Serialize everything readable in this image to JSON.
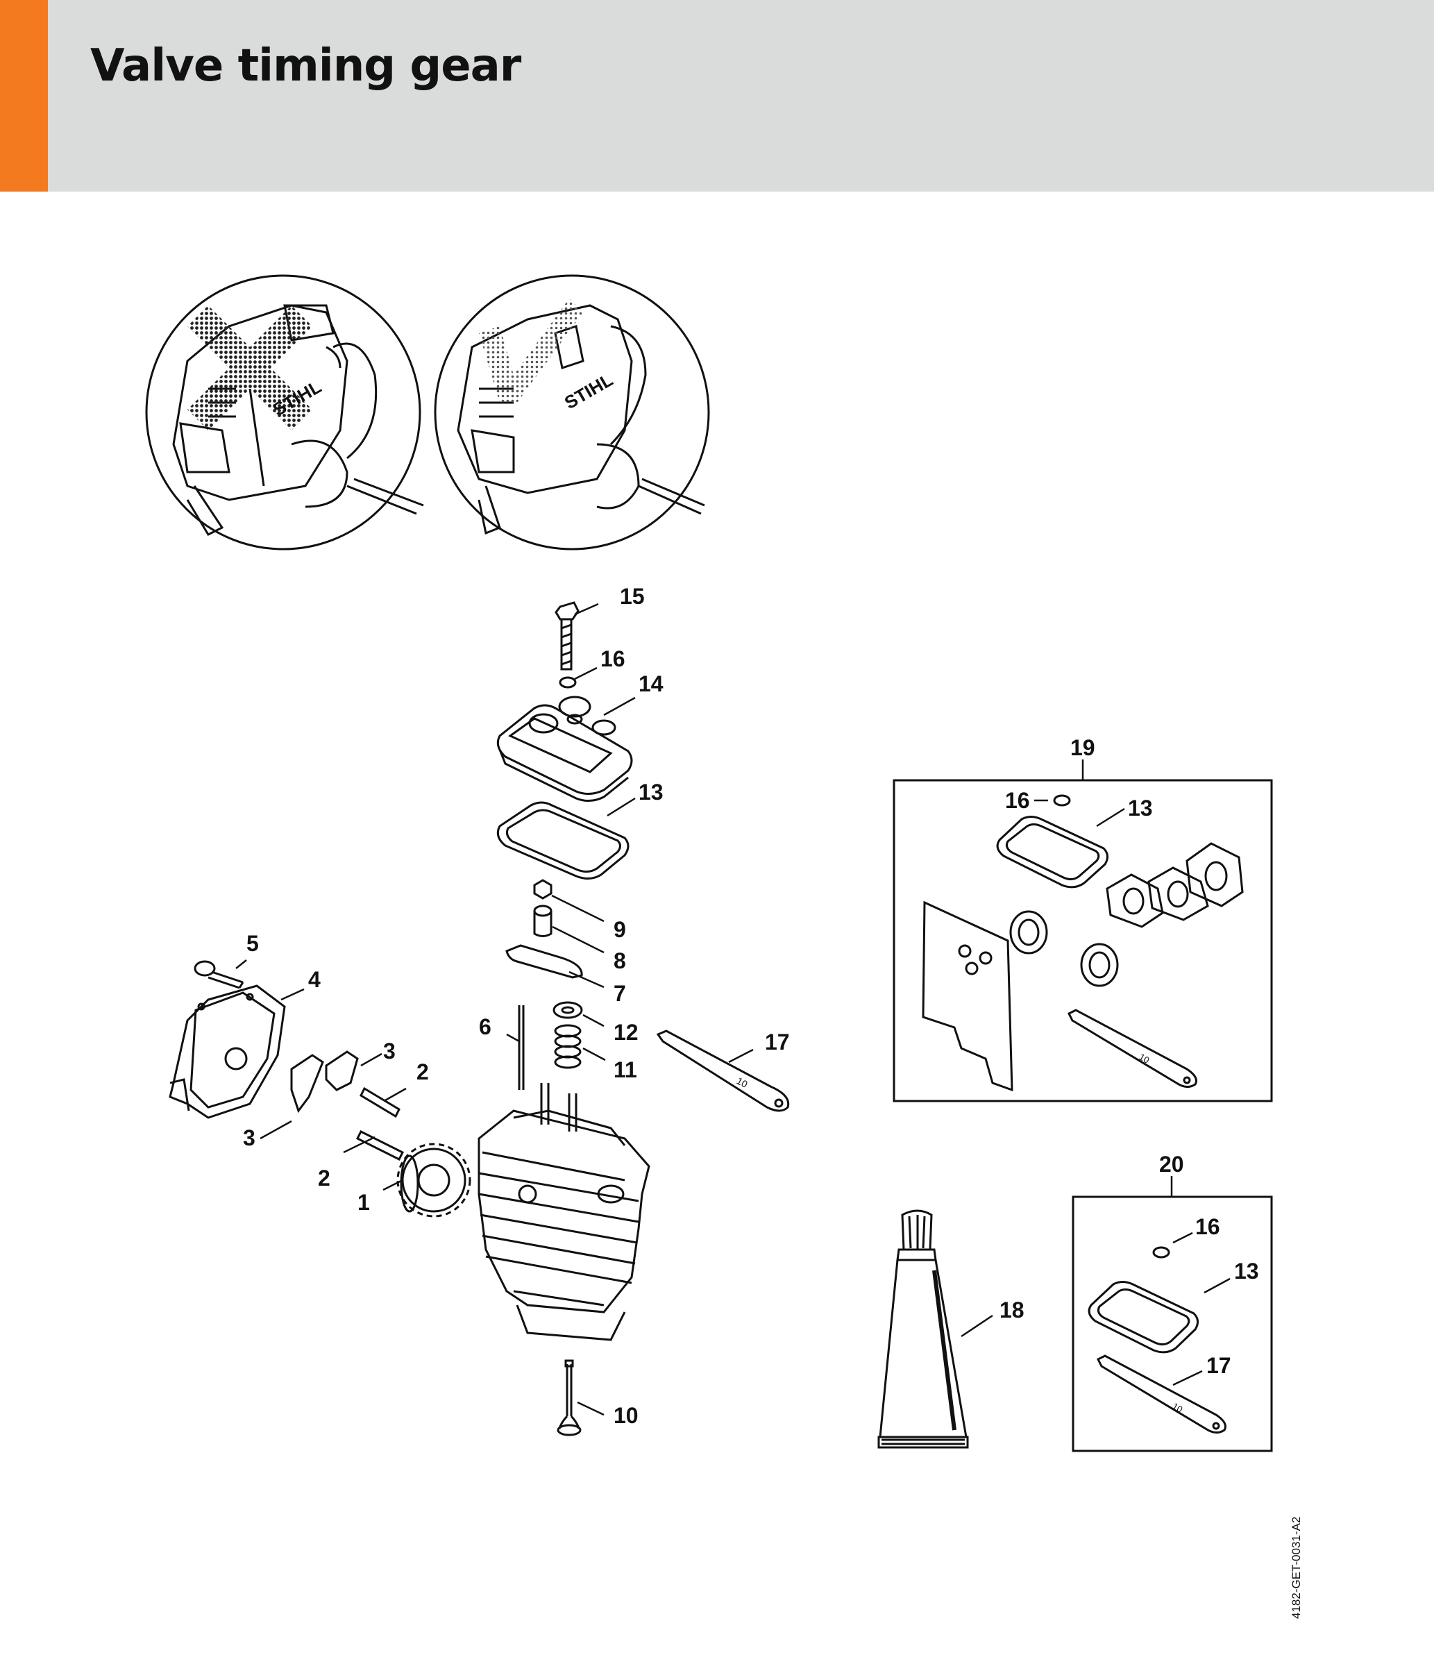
{
  "header": {
    "title": "Valve timing gear",
    "accent_color": "#f37a1f",
    "band_color": "#dadcdb"
  },
  "inset_views": [
    {
      "name": "incorrect-view",
      "mark": "cross",
      "logo": "STIHL"
    },
    {
      "name": "correct-view",
      "mark": "check",
      "logo": "STIHL"
    }
  ],
  "callouts": {
    "c1": "1",
    "c2a": "2",
    "c2b": "2",
    "c3a": "3",
    "c3b": "3",
    "c4": "4",
    "c5": "5",
    "c6": "6",
    "c7": "7",
    "c8": "8",
    "c9": "9",
    "c10": "10",
    "c11": "11",
    "c12": "12",
    "c13": "13",
    "c14": "14",
    "c15": "15",
    "c16": "16",
    "c17": "17",
    "c18": "18",
    "c19": "19",
    "c20": "20",
    "k19_16": "16",
    "k19_13": "13",
    "k20_16": "16",
    "k20_13": "13",
    "k20_17": "17"
  },
  "tool_mark": "10",
  "document_id": "4182-GET-0031-A2"
}
